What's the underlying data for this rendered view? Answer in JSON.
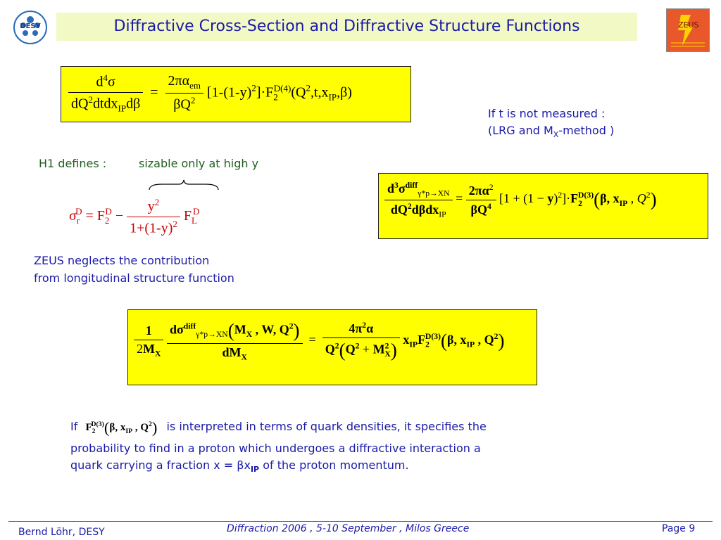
{
  "header": {
    "desy_logo_text": "DESY",
    "title": "Diffractive Cross-Section and Diffractive Structure Functions",
    "zeus_logo_text": "ZEUS"
  },
  "notes": {
    "t_not_measured_line1": "If t is not measured :",
    "t_not_measured_line2": "(LRG and M",
    "t_not_measured_sub": "X",
    "t_not_measured_tail": "-method )",
    "h1_defines": "H1 defines :",
    "sizable": "sizable only at high y",
    "zeus_neglects_line1": "ZEUS neglects the contribution",
    "zeus_neglects_line2": "from longitudinal structure function",
    "bottom_if": "If",
    "bottom_line1_tail": "is interpreted in terms of quark densities, it specifies the",
    "bottom_line2": "probability to find in a proton which undergoes a diffractive interaction a",
    "bottom_line3": "quark carrying a fraction x = βx",
    "bottom_line3_sub": "IP",
    "bottom_line3_tail": " of the proton momentum."
  },
  "footer": {
    "author": "Bernd Löhr, DESY",
    "conference": "Diffraction 2006 ,  5-10 September ,  Milos Greece",
    "page": "Page 9"
  },
  "colors": {
    "title_bg": "#f2f9c4",
    "title_text": "#1a1aa8",
    "math_box": "#ffff00",
    "footer_rule": "#cc2222"
  }
}
